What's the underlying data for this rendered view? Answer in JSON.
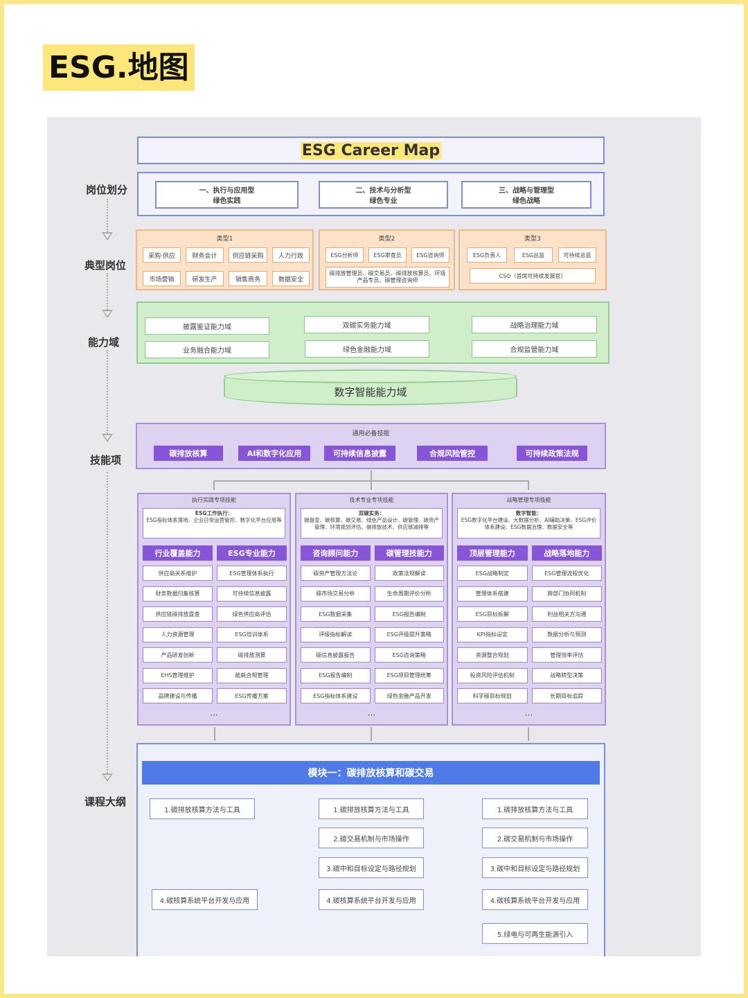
{
  "page_title": "ESG.地图",
  "diagram": {
    "title": "ESG Career Map",
    "row_labels": [
      "岗位划分",
      "典型岗位",
      "能力域",
      "技能项",
      "课程大纲"
    ],
    "categories": [
      {
        "label": "一、执行与应用型",
        "sub": "绿色实践"
      },
      {
        "label": "二、技术与分析型",
        "sub": "绿色专业"
      },
      {
        "label": "三、战略与管理型",
        "sub": "绿色战略"
      }
    ],
    "typical_positions": [
      {
        "title": "类型1",
        "items": [
          "采购·供应",
          "财务会计",
          "供应链采购",
          "人力行政",
          "市场营销",
          "研发生产",
          "销售商务",
          "数据安全"
        ]
      },
      {
        "title": "类型2",
        "items": [
          "ESG分析师",
          "ESG审查员",
          "ESG咨询师"
        ],
        "wide": "碳排放管理员、碳交易员、碳排放核算员、环境产品专员、碳管理咨询师"
      },
      {
        "title": "类型3",
        "items": [
          "ESG负责人",
          "ESG总监",
          "可持续总监"
        ],
        "wide": "CSO（首席可持续发展官）"
      }
    ],
    "competency_domains": [
      "披露鉴证能力域",
      "双碳实务能力域",
      "战略治理能力域",
      "业务融合能力域",
      "绿色金融能力域",
      "合规监管能力域"
    ],
    "digital_domain": "数字智能能力域",
    "skills": {
      "header": "通用必备技能",
      "items": [
        "碳排放核算",
        "AI和数字化应用",
        "可持续信息披露",
        "合规风险管控",
        "可持续政策法规"
      ]
    },
    "skill_columns": [
      {
        "title": "执行实践专项技能",
        "desc_title": "ESG工作执行：",
        "desc": "ESG指标体系落地、企业日常运营管控、数字化平台应用等",
        "heads": [
          "行业覆盖能力",
          "ESG专业能力"
        ],
        "rows": [
          [
            "供应商关系维护",
            "ESG管理体系执行"
          ],
          [
            "财务数据归集核算",
            "可持续信息披露"
          ],
          [
            "供应链碳排放盘查",
            "绿色供应商评估"
          ],
          [
            "人力资源管理",
            "ESG培训体系"
          ],
          [
            "产品研发创新",
            "碳排放测算"
          ],
          [
            "EHS管理维护",
            "能耗合规管理"
          ],
          [
            "品牌建设与传播",
            "ESG传播方案"
          ]
        ]
      },
      {
        "title": "技术专业专项技能",
        "desc_title": "双碳实务：",
        "desc": "碳盘查、碳核算、碳交易、绿色产品设计、碳管理、碳资产管理、环境规划评估、碳排放技术、供应链减排等",
        "heads": [
          "咨询顾问能力",
          "碳管理技能力"
        ],
        "rows": [
          [
            "碳资产管理方法论",
            "政策法规解读"
          ],
          [
            "碳市场交易分析",
            "生命周期评价分析"
          ],
          [
            "ESG数据采集",
            "ESG报告编制"
          ],
          [
            "评级指标解读",
            "ESG评级提升策略"
          ],
          [
            "碳信息披露报告",
            "ESG咨询策略"
          ],
          [
            "ESG报告编制",
            "ESG项目管理统筹"
          ],
          [
            "ESG指标体系建设",
            "绿色金融产品开发"
          ]
        ]
      },
      {
        "title": "战略管理专项技能",
        "desc_title": "数字智能：",
        "desc": "ESG数字化平台建设、大数据分析、AI辅助决策、ESG评价体系建设、ESG数据治理、数据安全等",
        "heads": [
          "顶层管理能力",
          "战略落地能力"
        ],
        "rows": [
          [
            "ESG战略制定",
            "ESG管理流程优化"
          ],
          [
            "管理体系搭建",
            "跨部门协同机制"
          ],
          [
            "ESG目标拆解",
            "利益相关方沟通"
          ],
          [
            "KPI指标设定",
            "数据分析与预测"
          ],
          [
            "资源整合规划",
            "管理效率评估"
          ],
          [
            "投资风险评估机制",
            "战略转型决策"
          ],
          [
            "科学碳目标规划",
            "长期目标追踪"
          ]
        ]
      }
    ],
    "ellipsis": "···",
    "course": {
      "module": "模块一：碳排放核算和碳交易",
      "col1": [
        "1.碳排放核算方法与工具",
        "4.碳核算系统平台开发与应用"
      ],
      "col2": [
        "1.碳排放核算方法与工具",
        "2.碳交易机制与市场操作",
        "3.碳中和目标设定与路径规划",
        "4.碳核算系统平台开发与应用"
      ],
      "col3": [
        "1.碳排放核算方法与工具",
        "2.碳交易机制与市场操作",
        "3.碳中和目标设定与路径规划",
        "4.碳核算系统平台开发与应用",
        "5.绿电与可再生能源引入"
      ]
    },
    "colors": {
      "blue": "#7b8fd6",
      "orange": "#f0b880",
      "green": "#8fd08f",
      "purple": "#8756d8",
      "module": "#4f7be8",
      "highlight": "#fde77a"
    }
  }
}
